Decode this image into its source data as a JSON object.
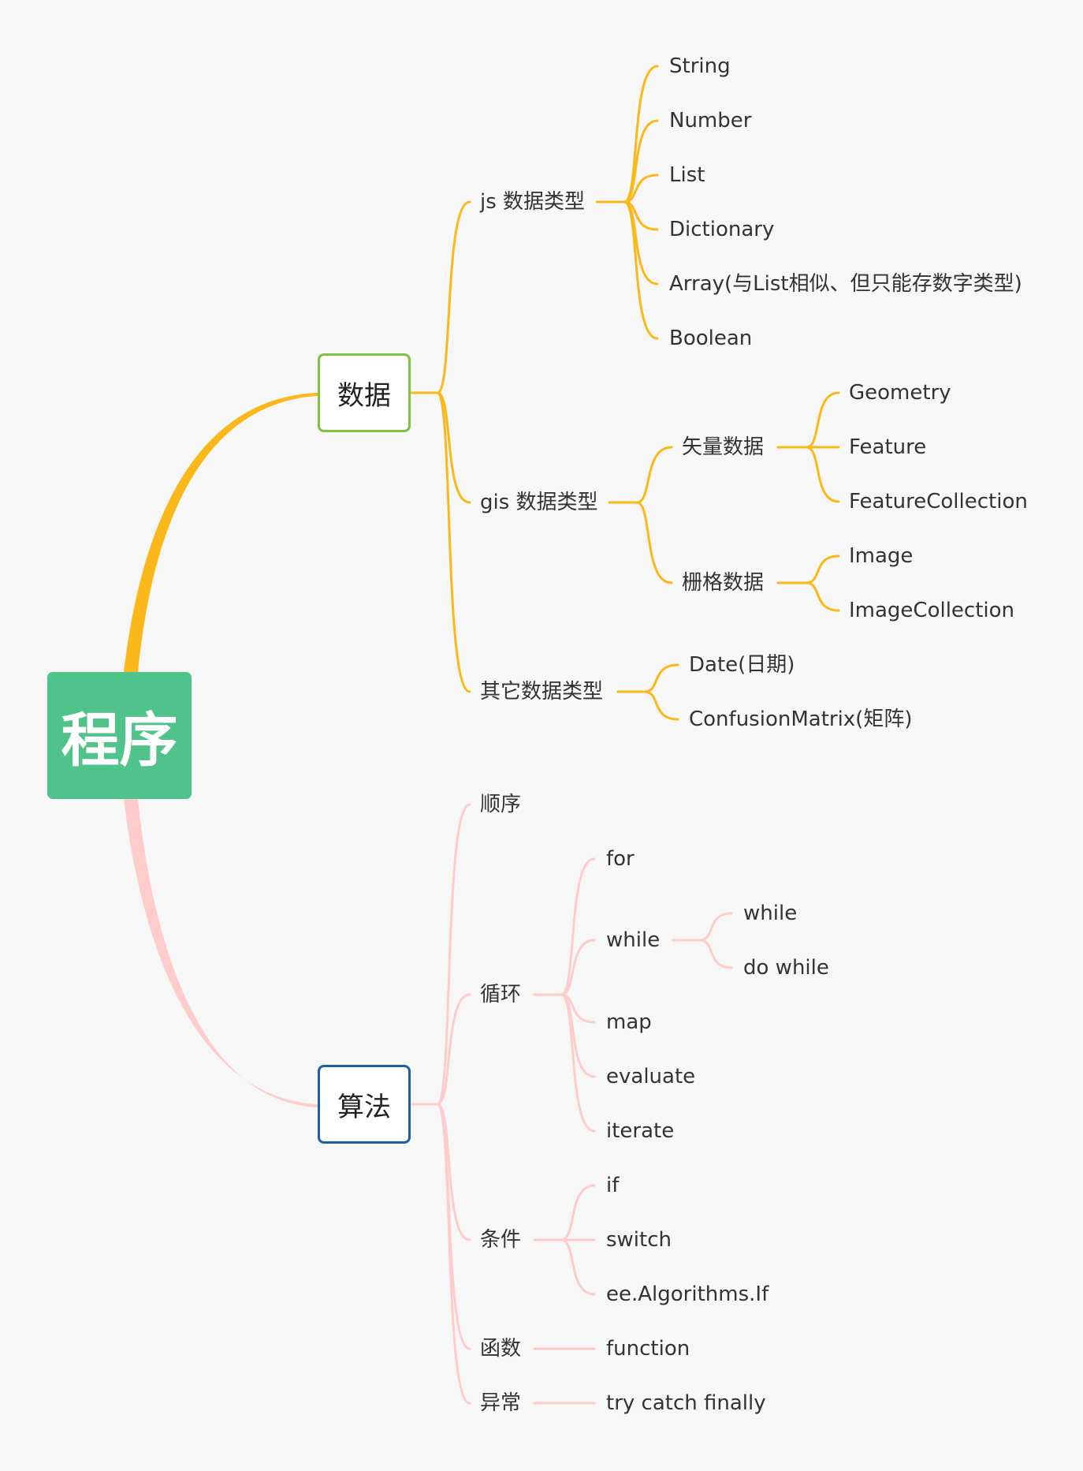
{
  "colors": {
    "background": "#f7f7f7",
    "root": "#4fc389",
    "data_branch": "#fbb81a",
    "algo_branch": "#ffcccc",
    "data_box_border": "#7ec242",
    "algo_box_border": "#1e5fa6",
    "text": "#333333"
  },
  "root": {
    "label": "程序"
  },
  "data": {
    "label": "数据",
    "js": {
      "label": "js 数据类型",
      "items": [
        "String",
        "Number",
        "List",
        "Dictionary",
        "Array(与List相似、但只能存数字类型)",
        "Boolean"
      ]
    },
    "gis": {
      "label": "gis 数据类型",
      "vector": {
        "label": "矢量数据",
        "items": [
          "Geometry",
          "Feature",
          "FeatureCollection"
        ]
      },
      "raster": {
        "label": "栅格数据",
        "items": [
          "Image",
          "ImageCollection"
        ]
      }
    },
    "other": {
      "label": "其它数据类型",
      "items": [
        "Date(日期)",
        "ConfusionMatrix(矩阵)"
      ]
    }
  },
  "algo": {
    "label": "算法",
    "sequence": {
      "label": "顺序"
    },
    "loop": {
      "label": "循环",
      "items": {
        "for": "for",
        "while": {
          "label": "while",
          "items": [
            "while",
            "do while"
          ]
        },
        "map": "map",
        "evaluate": "evaluate",
        "iterate": "iterate"
      }
    },
    "condition": {
      "label": "条件",
      "items": [
        "if",
        "switch",
        "ee.Algorithms.If"
      ]
    },
    "function": {
      "label": "函数",
      "items": [
        "function"
      ]
    },
    "exception": {
      "label": "异常",
      "items": [
        "try catch finally"
      ]
    }
  }
}
